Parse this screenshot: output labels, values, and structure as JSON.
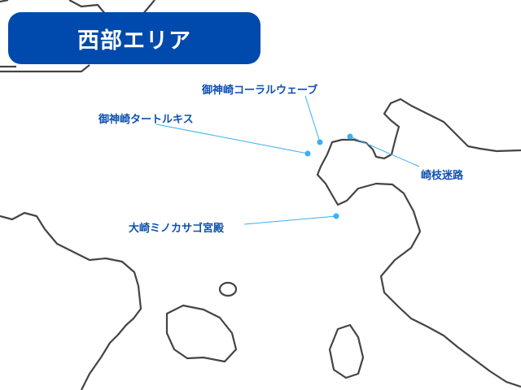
{
  "header": {
    "title": "西部エリア"
  },
  "colors": {
    "header_bg": "#004aad",
    "label": "#0d4fb0",
    "marker": "#3ab0f0",
    "coast": "#444444"
  },
  "spots": [
    {
      "id": "coral",
      "name": "御神崎コーラルウェーブ"
    },
    {
      "id": "turtle",
      "name": "御神崎タートルキス"
    },
    {
      "id": "sakieda",
      "name": "崎枝迷路"
    },
    {
      "id": "osaki",
      "name": "大崎ミノカサゴ宮殿"
    }
  ]
}
